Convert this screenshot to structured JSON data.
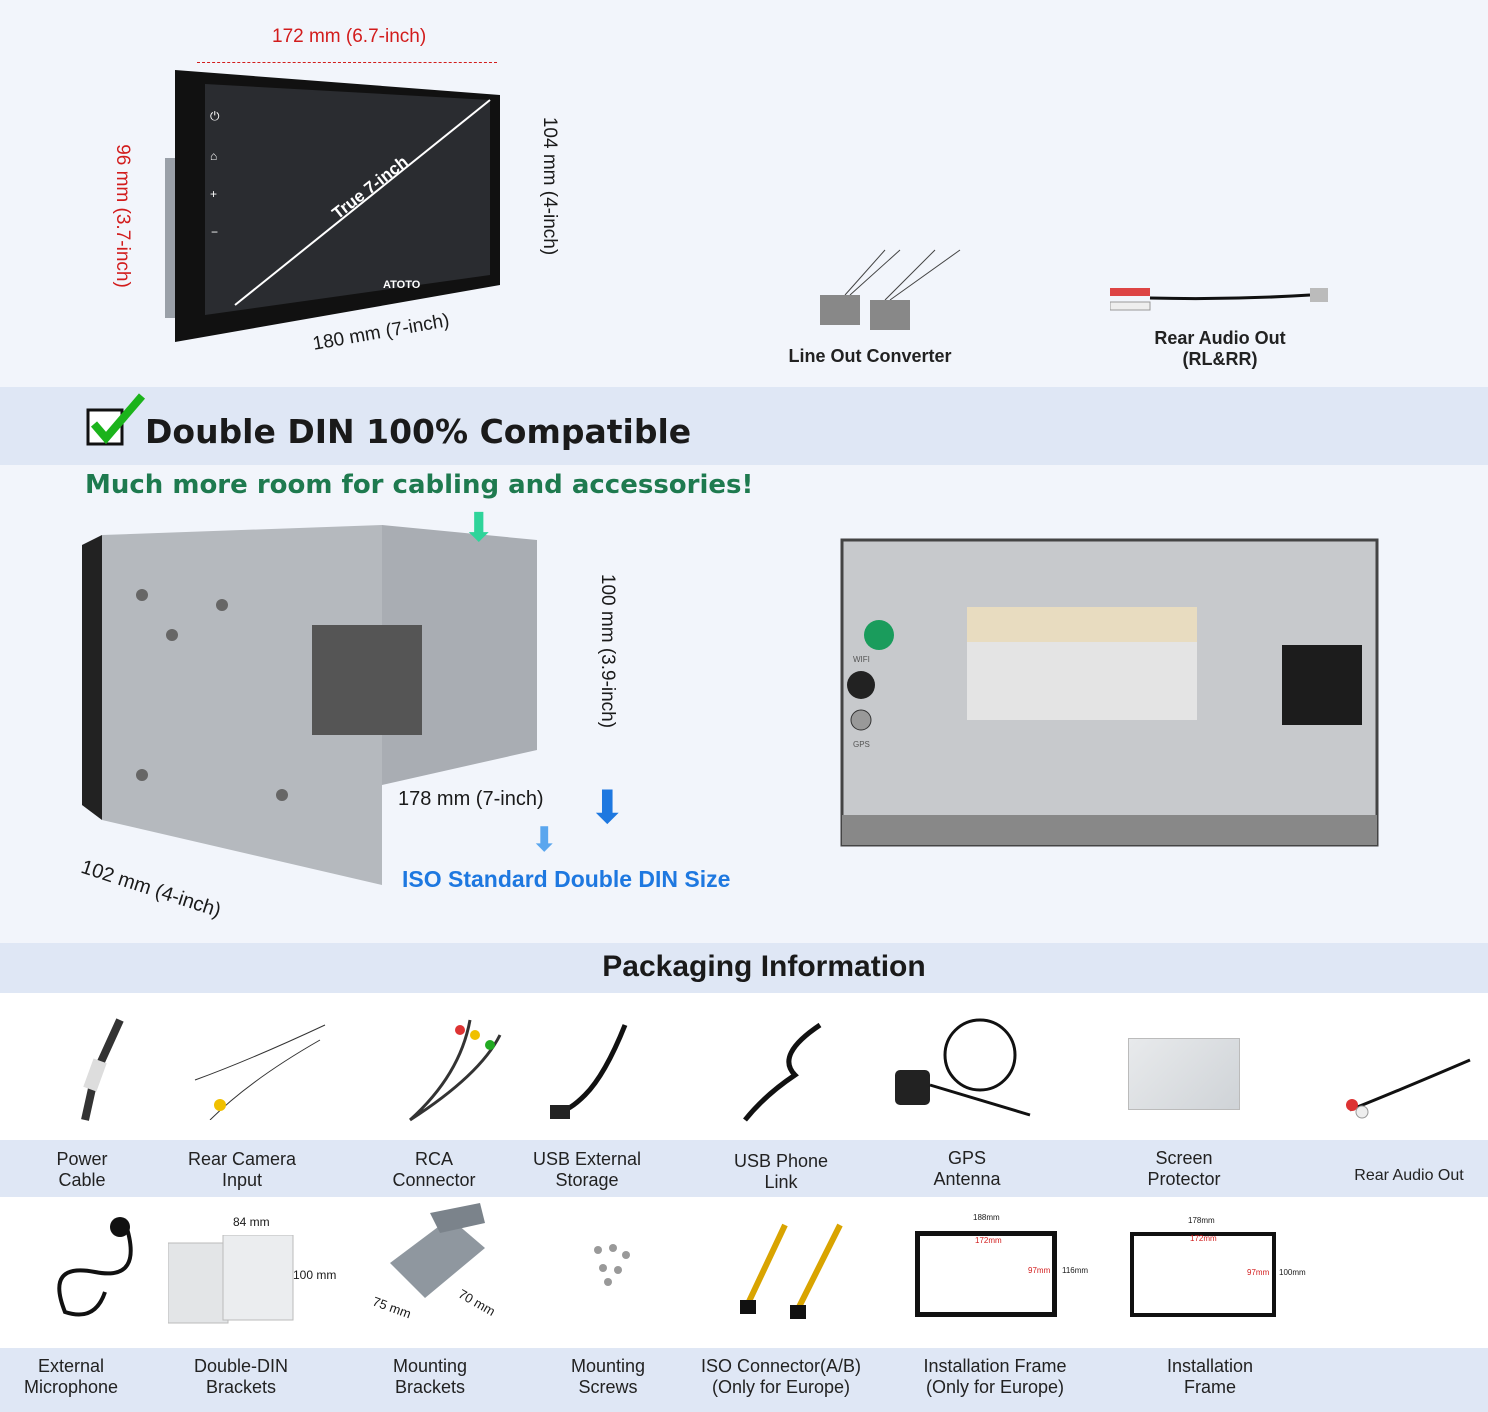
{
  "top": {
    "width_label": "172 mm (6.7-inch)",
    "height_left_label": "96 mm (3.7-inch)",
    "height_right_label": "104 mm (4-inch)",
    "bottom_label": "180 mm (7-inch)",
    "diagonal_label": "True 7-inch",
    "brand": "ATOTO",
    "accessories": [
      {
        "label": "Line Out Converter"
      },
      {
        "label": "Rear Audio Out\n(RL&RR)"
      }
    ]
  },
  "compat": {
    "heading": "Double DIN 100% Compatible",
    "subheading": "Much more room for cabling and accessories!",
    "height_label": "100 mm (3.9-inch)",
    "width_label": "178 mm (7-inch)",
    "depth_label": "102 mm (4-inch)",
    "iso_label": "ISO Standard Double DIN Size",
    "port_labels": [
      "WIFI",
      "GPS"
    ]
  },
  "packaging": {
    "title": "Packaging Information",
    "row1": [
      {
        "label": "Power\nCable"
      },
      {
        "label": "Rear Camera\nInput"
      },
      {
        "label": "RCA\nConnector"
      },
      {
        "label": "USB External\nStorage"
      },
      {
        "label": "USB Phone\nLink"
      },
      {
        "label": "GPS\nAntenna"
      },
      {
        "label": "Screen\nProtector"
      },
      {
        "label": "Rear Audio Out"
      }
    ],
    "row2": [
      {
        "label": "External\nMicrophone"
      },
      {
        "label": "Double-DIN\nBrackets"
      },
      {
        "label": "Mounting\nBrackets"
      },
      {
        "label": "Mounting\nScrews"
      },
      {
        "label": "ISO Connector(A/B)\n(Only for Europe)"
      },
      {
        "label": "Installation Frame\n(Only for Europe)"
      },
      {
        "label": "Installation\nFrame"
      }
    ],
    "dims": {
      "brackets_w": "84 mm",
      "brackets_h": "100 mm",
      "mount_a": "75 mm",
      "mount_b": "70 mm",
      "frame1_outer": "188mm",
      "frame1_inner": "172mm",
      "frame1_inner_h": "97mm",
      "frame1_h": "116mm",
      "frame2_outer": "178mm",
      "frame2_inner": "172mm",
      "frame2_inner_h": "97mm",
      "frame2_h": "100mm"
    }
  },
  "colors": {
    "accent_red": "#d21c1c",
    "accent_green": "#1e7a4f",
    "iso_blue": "#1e78e0",
    "band": "#dfe7f5"
  }
}
